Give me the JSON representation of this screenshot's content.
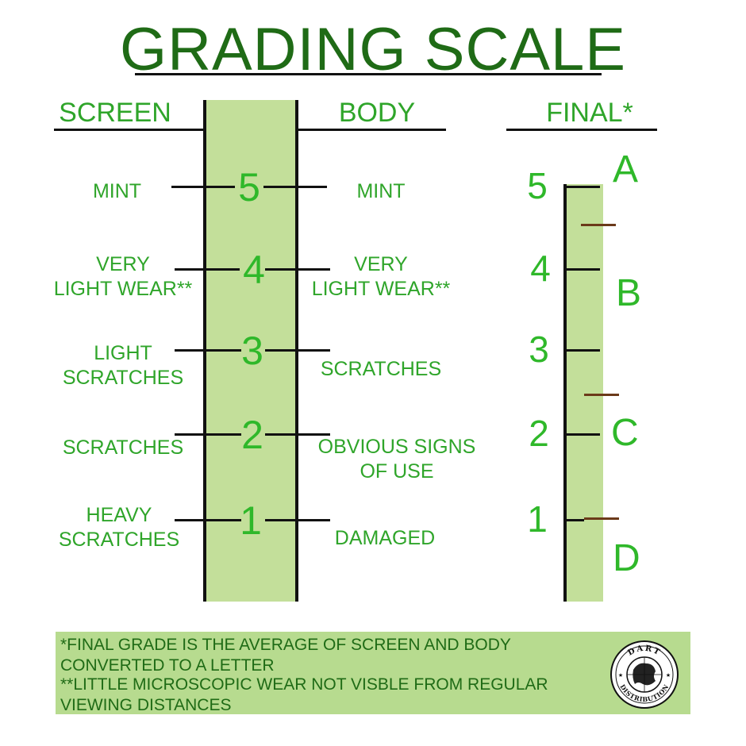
{
  "title": "GRADING SCALE",
  "headers": {
    "screen": "SCREEN",
    "body": "BODY",
    "final": "FINAL*"
  },
  "scale": {
    "numbers": [
      "5",
      "4",
      "3",
      "2",
      "1"
    ],
    "screen_descriptions": [
      "MINT",
      "VERY\nLIGHT WEAR**",
      "LIGHT\nSCRATCHES",
      "SCRATCHES",
      "HEAVY\nSCRATCHES"
    ],
    "body_descriptions": [
      "MINT",
      "VERY\nLIGHT WEAR**",
      "SCRATCHES",
      "OBVIOUS SIGNS\nOF USE",
      "DAMAGED"
    ]
  },
  "final": {
    "numbers": [
      "5",
      "4",
      "3",
      "2",
      "1"
    ],
    "letters": [
      "A",
      "B",
      "C",
      "D"
    ],
    "letter_boundaries": [
      4.5,
      2.5,
      1.0
    ]
  },
  "footnotes": {
    "final": "*FINAL GRADE IS THE AVERAGE OF SCREEN AND BODY CONVERTED TO A LETTER",
    "wear": "**LITTLE MICROSCOPIC WEAR NOT VISBLE FROM REGULAR VIEWING DISTANCES"
  },
  "seal": {
    "top_text": "DART",
    "bottom_text": "DISTRIBUTION"
  },
  "colors": {
    "title": "#1f6b16",
    "text": "#2fa52a",
    "band": "#c3df9a",
    "footer": "#b7db8f",
    "boundary_tick": "#6b3a1a"
  }
}
